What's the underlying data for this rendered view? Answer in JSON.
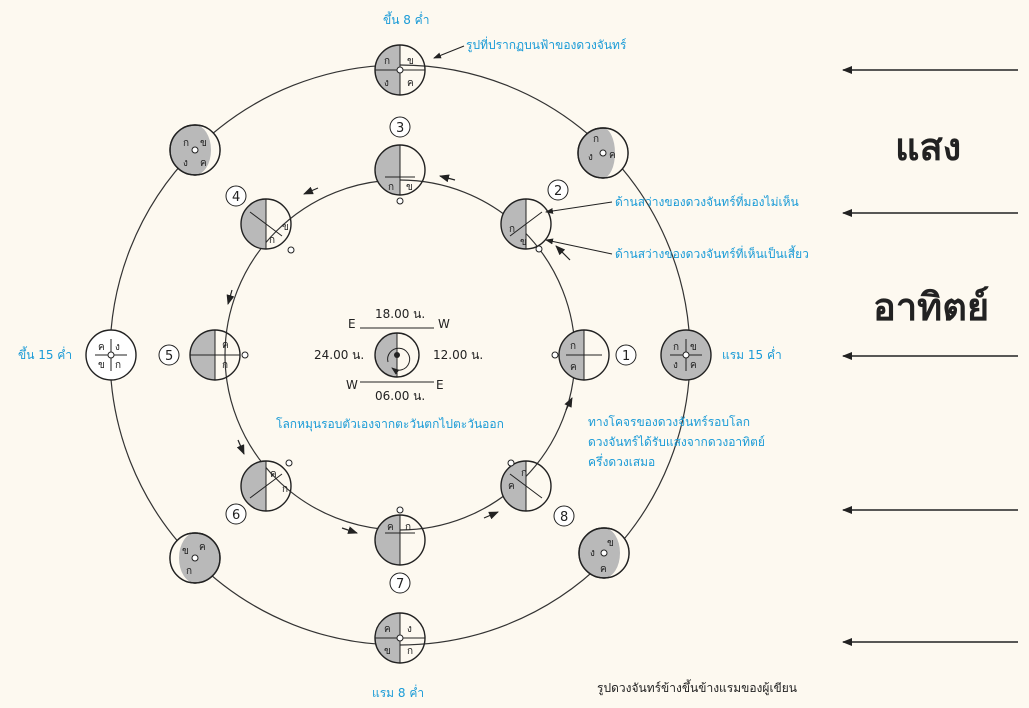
{
  "sun": {
    "title_line1": "แสง",
    "title_line2": "อาทิตย์",
    "ray_count": 5
  },
  "labels": {
    "waxing_8": "ขึ้น 8 ค่ำ",
    "waxing_15": "ขึ้น 15 ค่ำ",
    "waning_15": "แรม 15 ค่ำ",
    "waning_8": "แรม 8 ค่ำ",
    "sky_appearance": "รูปที่ปรากฏบนฟ้าของดวงจันทร์",
    "lit_unseen": "ด้านสว่างของดวงจันทร์ที่มองไม่เห็น",
    "lit_seen_crescent": "ด้านสว่างของดวงจันทร์ที่เห็นเป็นเสี้ยว",
    "earth_rotation": "โลกหมุนรอบตัวเองจากตะวันตกไปตะวันออก",
    "orbit_note_line1": "ทางโคจรของดวงจันทร์รอบโลก",
    "orbit_note_line2": "ดวงจันทร์ได้รับแสงจากดวงอาทิตย์",
    "orbit_note_line3": "ครึ่งดวงเสมอ",
    "author_note": "รูปดวงจันทร์ข้างขึ้นข้างแรมของผู้เขียน"
  },
  "earth": {
    "time_top": "18.00 น.",
    "time_left": "24.00 น.",
    "time_right": "12.00 น.",
    "time_bottom": "06.00 น.",
    "dir_E": "E",
    "dir_W": "W"
  },
  "positions": [
    "1",
    "2",
    "3",
    "4",
    "5",
    "6",
    "7",
    "8"
  ],
  "quadrant_letters": {
    "k": "ก",
    "kh": "ข",
    "kho": "ค",
    "ng": "ง"
  },
  "colors": {
    "accent_text": "#1a9bd7",
    "shade": "#b9b9b9",
    "background": "#fdf9f0"
  }
}
